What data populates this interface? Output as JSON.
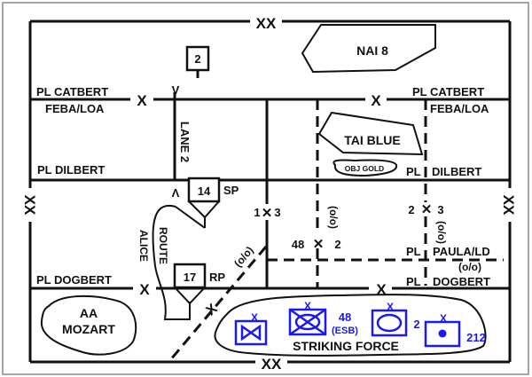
{
  "boundaries": {
    "division_top": "XX",
    "division_bottom": "XX",
    "division_left": "XX",
    "division_right": "XX"
  },
  "phase_lines": {
    "catbert_left": "PL CATBERT",
    "catbert_right": "PL CATBERT",
    "feba_left": "FEBA/LOA",
    "feba_right": "FEBA/LOA",
    "dilbert_left": "PL DILBERT",
    "dilbert_right_pl": "PL",
    "dilbert_right": "DILBERT",
    "paula_pl": "PL",
    "paula": "PAULA/LD",
    "paula_oo": "(o/o)",
    "dogbert_left": "PL DOGBERT",
    "dogbert_right_pl": "PL",
    "dogbert_right": "DOGBERT"
  },
  "brigade_marks": {
    "catbert_left_x": "X",
    "catbert_mid_x": "X",
    "dogbert_left_x": "X",
    "dogbert_mid_x": "X",
    "diag_x": "X"
  },
  "areas": {
    "nai": "NAI 8",
    "tai": "TAI BLUE",
    "obj": "OBJ GOLD",
    "aa_line1": "AA",
    "aa_line2": "MOZART",
    "striking_force": "STRIKING FORCE"
  },
  "routes": {
    "lane": "LANE 2",
    "route_line1": "ROUTE",
    "route_line2": "ALICE"
  },
  "points": {
    "unit_top": "2",
    "sp_number": "14",
    "sp_label": "SP",
    "rp_number": "17",
    "rp_label": "RP"
  },
  "boundary_labels": {
    "b1_left": "1",
    "b1_right": "3",
    "b2_left": "48",
    "b2_right": "2",
    "b3_left": "2",
    "b3_right": "3",
    "oo_vert1": "(o/o)",
    "oo_vert2": "(o/o)",
    "oo_diag": "(o/o)"
  },
  "units": [
    {
      "echelon": "X",
      "type": "engineer",
      "label": ""
    },
    {
      "echelon": "X",
      "type": "armored-engineer",
      "label": "48",
      "sublabel": "(ESB)"
    },
    {
      "echelon": "X",
      "type": "armor",
      "label": "2"
    },
    {
      "echelon": "X",
      "type": "dot",
      "label": "212"
    }
  ],
  "colors": {
    "line": "#111111",
    "unit_symbol": "#1a1aee"
  }
}
